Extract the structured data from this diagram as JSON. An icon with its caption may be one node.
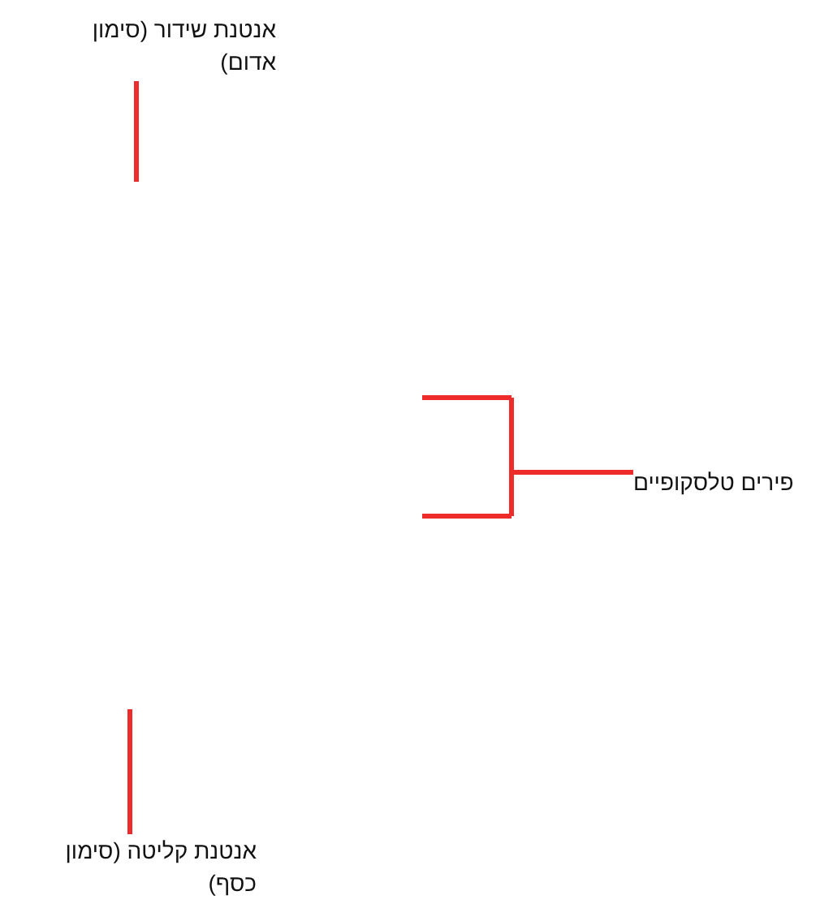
{
  "diagram": {
    "nodes": [
      {
        "text": [
          "אנטנת שידור (סימון אדום)"
        ]
      },
      {
        "text": [
          "פירים טלסקופיים"
        ]
      },
      {
        "text": [
          "אנטנת קליטה (סימון כסף)"
        ]
      }
    ],
    "edges": [
      {
        "from": 0,
        "to": null,
        "arrow": "none"
      },
      {
        "from": 1,
        "to": null,
        "arrow": "none"
      },
      {
        "from": 2,
        "to": null,
        "arrow": "none"
      }
    ]
  }
}
